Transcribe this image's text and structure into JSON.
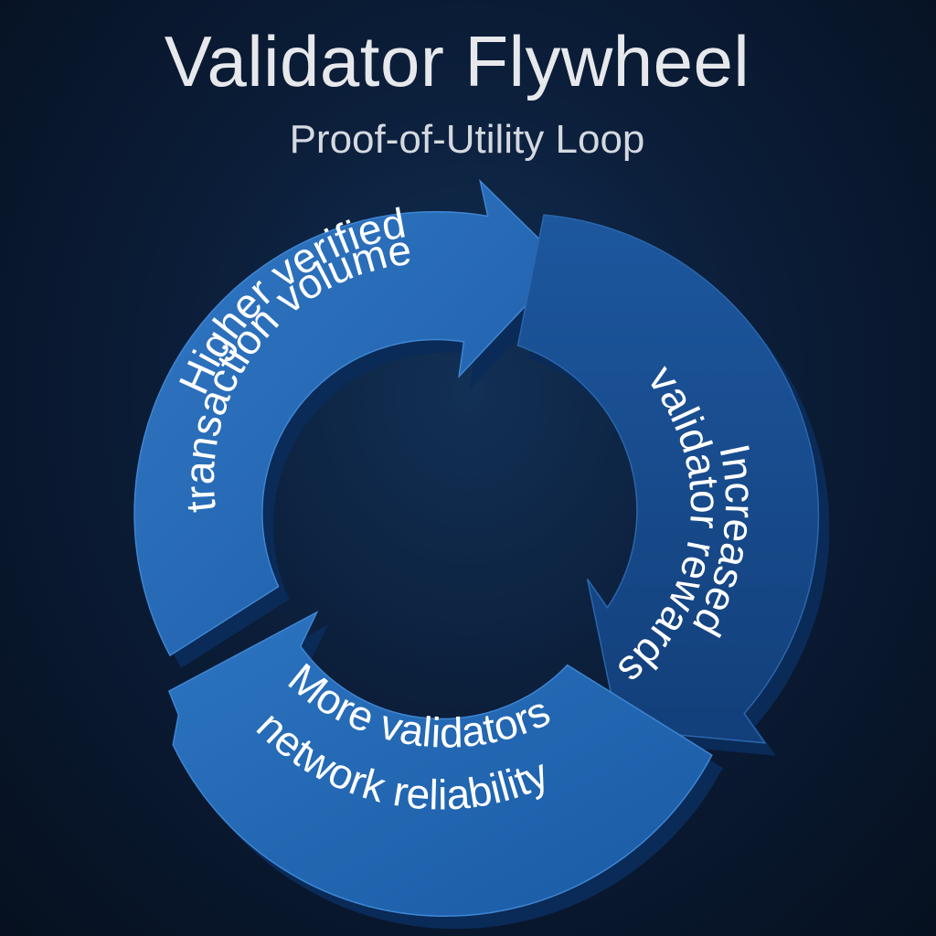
{
  "header": {
    "title": "Validator Flywheel",
    "subtitle": "Proof-of-Utility Loop"
  },
  "flywheel": {
    "segments": [
      {
        "line1": "Higher verified",
        "line2": "transaction volume"
      },
      {
        "line1": "Increased",
        "line2": "validator rewards"
      },
      {
        "line1": "More validators",
        "line2": "network reliability"
      }
    ],
    "colors": {
      "background_center": "#123055",
      "background_edge": "#06101f",
      "arrow_light": "#2f72bd",
      "arrow_dark": "#144a8c",
      "arrow_side": "#0a2a57",
      "text": "#ffffff"
    }
  }
}
